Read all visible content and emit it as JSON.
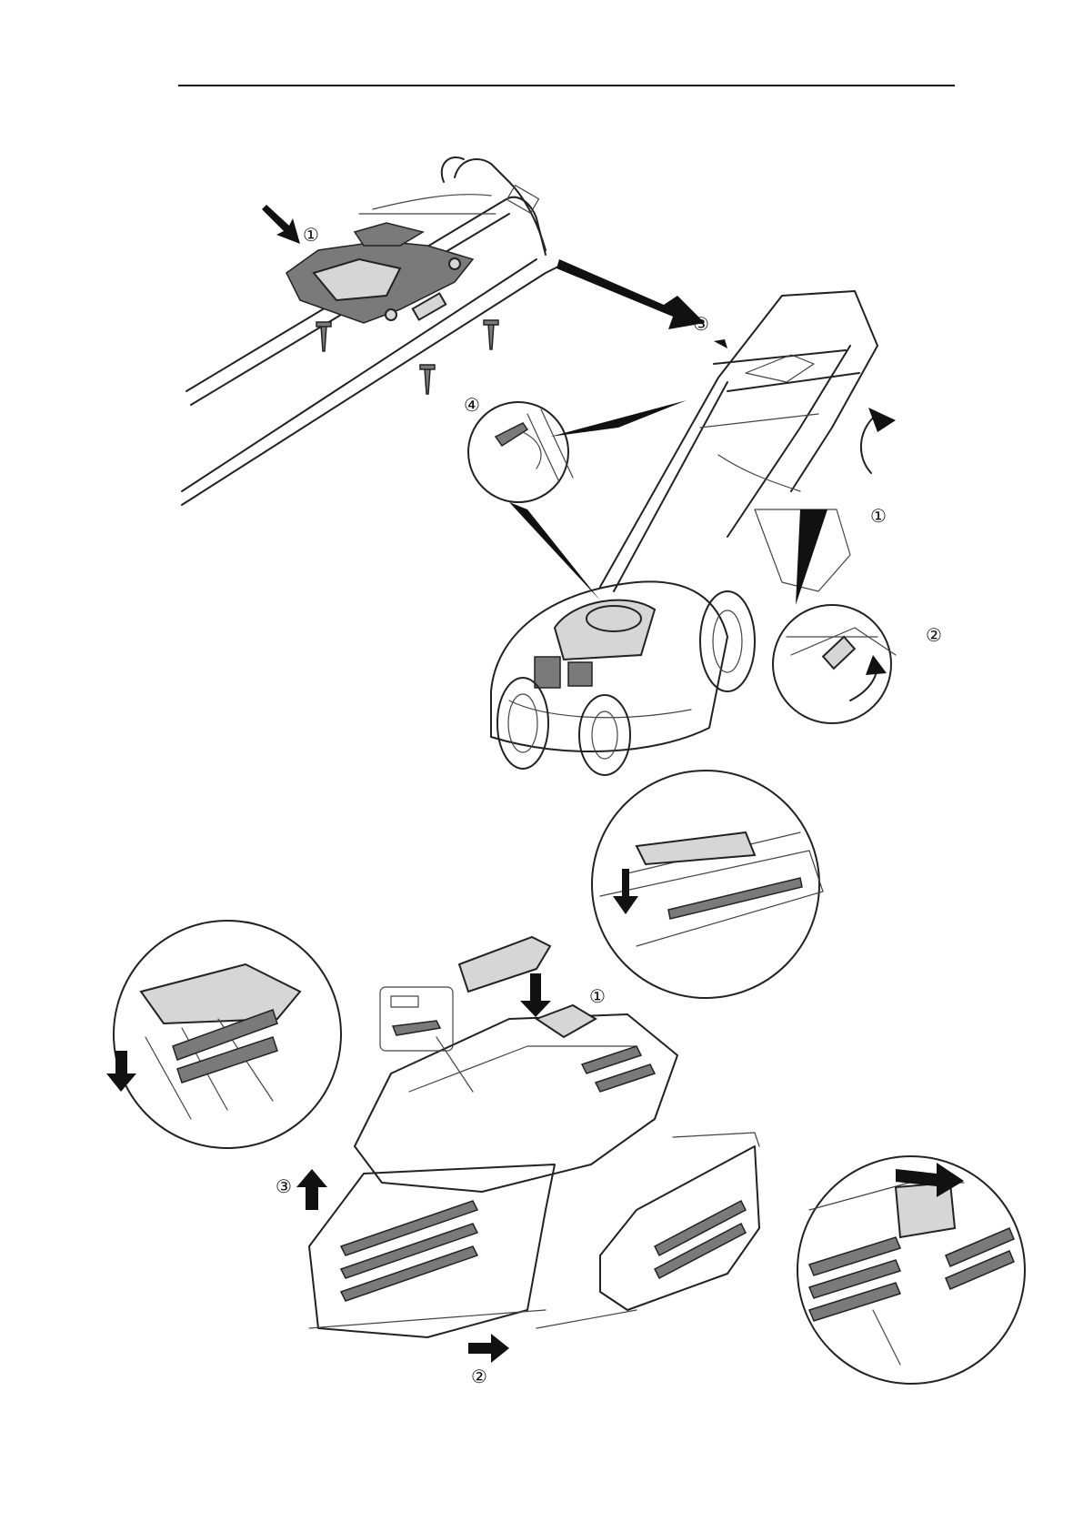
{
  "step_labels": {
    "top_clip": "①",
    "top_arrow": "③",
    "top_screws": "④",
    "handle_raise": "①",
    "lever_detail": "②",
    "bag_handle": "①",
    "bag_side": "②",
    "bag_left": "③"
  },
  "colors": {
    "line": "#222222",
    "fill_light": "#d6d6d6",
    "fill_dark": "#7a7a7a",
    "arrow": "#111111"
  }
}
